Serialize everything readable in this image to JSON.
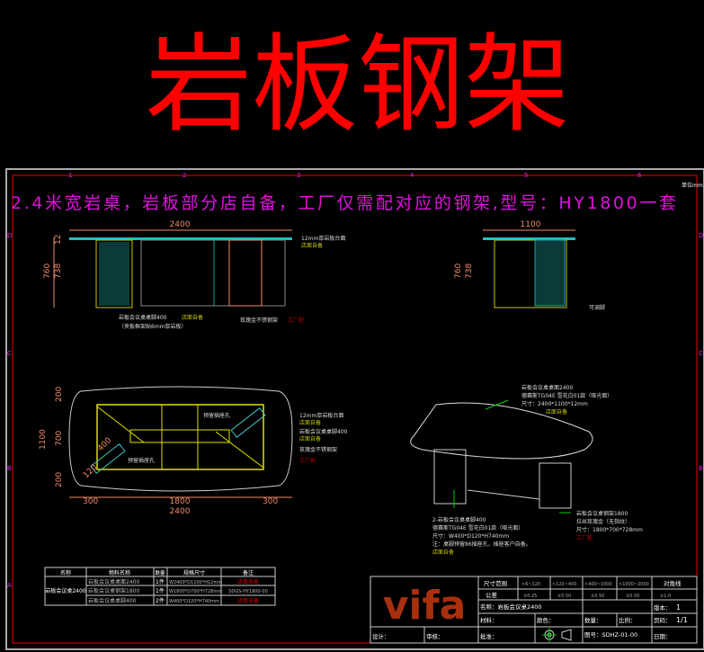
{
  "banner_title": "岩板钢架",
  "headline": "2.4米宽岩桌，岩板部分店自备，工厂仅需配对应的钢架,型号：HY1800一套",
  "grid": {
    "cols": [
      "1",
      "2",
      "3",
      "4",
      "5",
      "6"
    ],
    "rows": [
      "D",
      "C",
      "B",
      "A"
    ]
  },
  "front_view": {
    "width": "2400",
    "h1": "760",
    "h2": "738",
    "h3": "12",
    "top_label": "12mm厚岩板台面",
    "top_note": "店面自备",
    "leg_label": "岩板会议桌桌脚400",
    "leg_note": "店面自备",
    "leg_sub": "（夹板框架贴6mm厚岩板）",
    "frame_label": "玫瑰金不锈钢架",
    "frame_note": "工厂配"
  },
  "side_view": {
    "width": "1100",
    "h1": "760",
    "h2": "738",
    "foot_label": "可调脚"
  },
  "plan_view": {
    "d_total": "1100",
    "d1": "200",
    "d2": "700",
    "d3": "200",
    "w1": "300",
    "w2": "1800",
    "w3": "300",
    "w_total": "2400",
    "leg_len": "400",
    "leg_w": "120",
    "hole_label": "预留插座孔",
    "top_label": "12mm厚岩板台面",
    "top_note": "店面自备",
    "leg_label": "岩板会议桌桌脚400",
    "leg_note": "店面自备",
    "frame_label": "玫瑰金不锈钢架",
    "frame_note": "工厂配"
  },
  "iso_view": {
    "top_lines": [
      "岩板会议桌桌面2400",
      "德赛斯TG04E 雪花白01款（哑光面）",
      "尺寸：2400*1100*12mm"
    ],
    "top_note": "店面自备",
    "leg_lines": [
      "2-岩板会议桌桌脚400",
      "德赛斯TG04E 雪花白01款（哑光面）",
      "尺寸：W400*D120*H740mm",
      "注：桌脚预留86插座孔，插座客户自备。"
    ],
    "leg_note": "店面自备",
    "frame_lines": [
      "岩板会议桌钢架1800",
      "拉丝玫瑰金（无指纹）",
      "尺寸：1800*700*728mm"
    ],
    "frame_note": "工厂配"
  },
  "bom": {
    "headers": [
      "名称",
      "物料名称",
      "数量",
      "规格尺寸",
      "备注"
    ],
    "group": "岩板会议桌2400",
    "rows": [
      [
        "岩板会议桌桌面2400",
        "1件",
        "W2400*D1100*H12mm",
        "店面自备"
      ],
      [
        "岩板会议桌钢架1800",
        "1件",
        "W1800*D700*H728mm",
        "SDGS-HY1800-00"
      ],
      [
        "岩板会议桌桌脚400",
        "2件",
        "W400*D120*H740mm",
        "店面自备"
      ]
    ]
  },
  "title_block": {
    "logo": "vifa",
    "tol_label": "尺寸范围",
    "tol_ranges": [
      ">6~120",
      ">120~400",
      ">400~1000",
      ">1000~2000"
    ],
    "tol_unit": "对角线",
    "tol_name": "公差",
    "tol_values": [
      "±0.25",
      "±0.50",
      "±0.50",
      "±0.50",
      "±1.0"
    ],
    "name": "名称：岩板会议桌2400",
    "version_label": "版本：",
    "version": "1",
    "material": "材料：",
    "color": "颜色：",
    "qty": "数量：",
    "scale": "比例：",
    "page_label": "页码：",
    "page": "1/1",
    "design": "设计：",
    "review": "审核：",
    "approve": "批准：",
    "drawing_no": "图号：SDHZ-01-00",
    "date": "日期："
  },
  "corner_stamp": "单位mm"
}
